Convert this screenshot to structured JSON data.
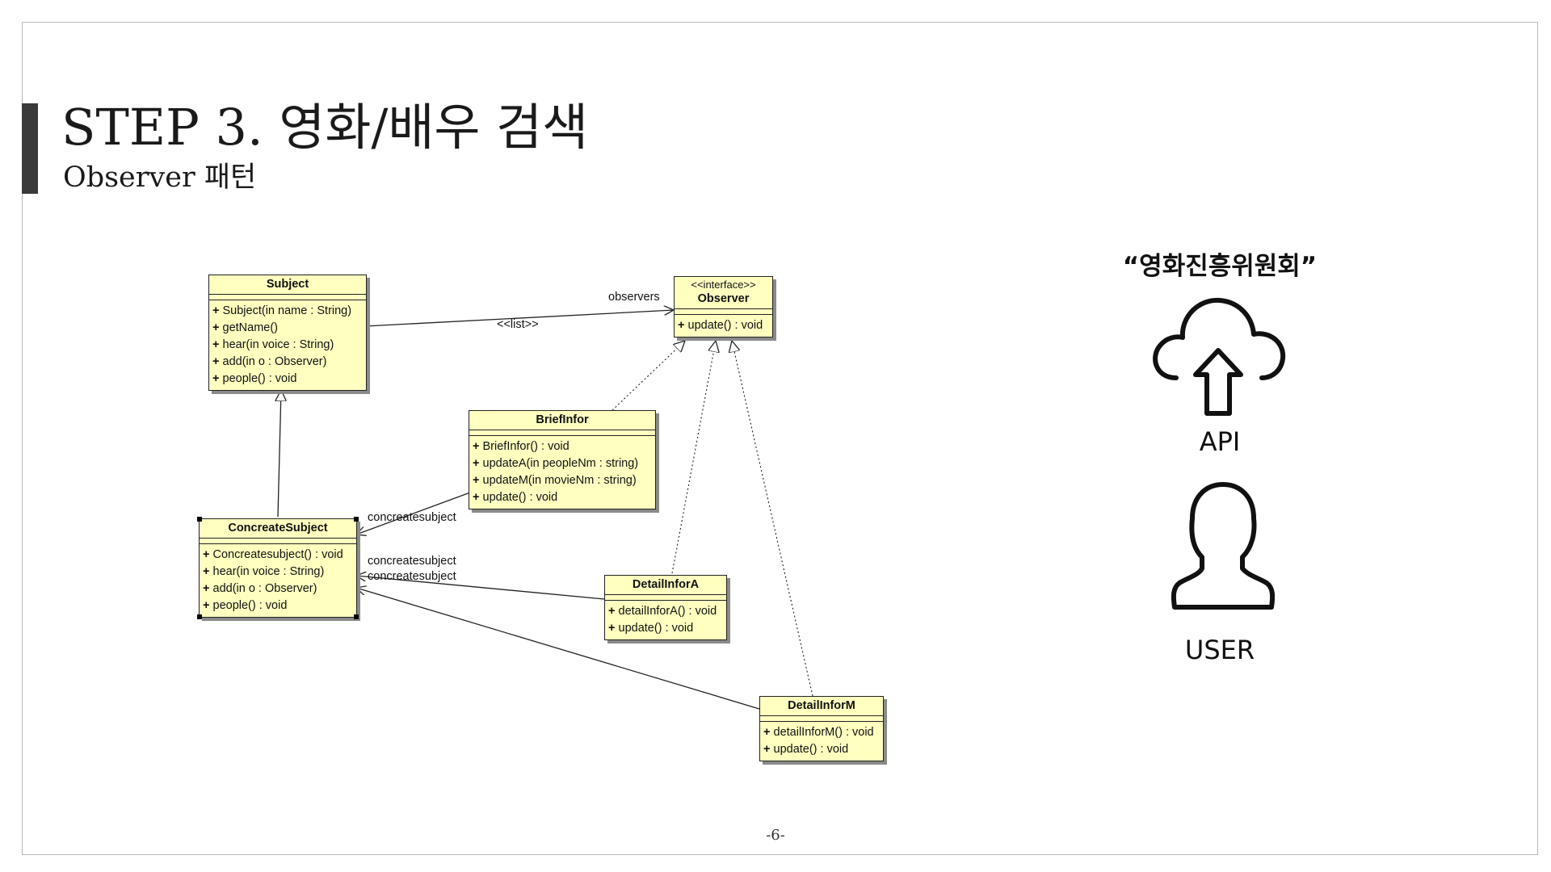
{
  "slide": {
    "title": "STEP 3. 영화/배우 검색",
    "subtitle": "Observer 패턴",
    "page_number": "-6-"
  },
  "classes": {
    "subject": {
      "name": "Subject",
      "operations": [
        "Subject(in name : String)",
        "getName()",
        "hear(in voice : String)",
        "add(in o : Observer)",
        "people() : void"
      ]
    },
    "observer": {
      "stereotype": "<<interface>>",
      "name": "Observer",
      "operations": [
        "update() : void"
      ]
    },
    "briefinfor": {
      "name": "BriefInfor",
      "operations": [
        "BriefInfor() : void",
        "updateA(in peopleNm : string)",
        "updateM(in movieNm : string)",
        "update() : void"
      ]
    },
    "concretesubject": {
      "name": "ConcreateSubject",
      "operations": [
        "Concreatesubject() : void",
        "hear(in voice : String)",
        "add(in o : Observer)",
        "people() : void"
      ]
    },
    "detailinfora": {
      "name": "DetailInforA",
      "operations": [
        "detailInforA() : void",
        "update() : void"
      ]
    },
    "detailinform": {
      "name": "DetailInforM",
      "operations": [
        "detailInforM() : void",
        "update() : void"
      ]
    }
  },
  "association_labels": {
    "observers": "observers",
    "list": "<<list>>",
    "concreatesubject_1": "concreatesubject",
    "concreatesubject_2": "concreatesubject",
    "concreatesubject_3": "concreatesubject"
  },
  "right_panel": {
    "agency": "“영화진흥위원회”",
    "api_label": "API",
    "user_label": "USER",
    "icons": [
      "cloud-upload-icon",
      "user-icon"
    ]
  },
  "colors": {
    "class_fill": "#ffffc0",
    "title_bar": "#3a3a3a"
  }
}
